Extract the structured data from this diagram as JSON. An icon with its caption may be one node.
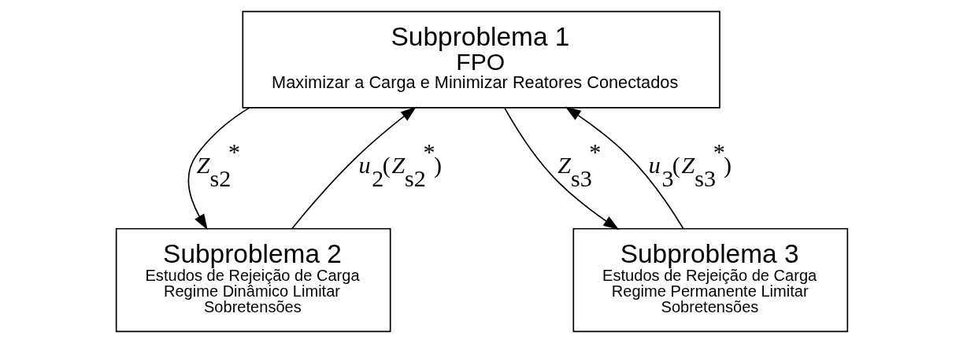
{
  "diagram": {
    "nodes": [
      {
        "text": [
          "Subproblema 1",
          "FPO",
          "Maximizar a Carga e Minimizar Reatores Conectados"
        ]
      },
      {
        "text": [
          "Subproblema 2",
          "Estudos de Rejeição de Carga Regime Dinâmico Limitar Sobretensões"
        ]
      },
      {
        "text": [
          "Subproblema 3",
          "Estudos de Rejeição de Carga Regime Permanente Limitar Sobretensões"
        ]
      }
    ],
    "edges": [
      {
        "from": 0,
        "to": 1,
        "arrow": "to",
        "label": "*Z*$_{s2}$$^{*}$"
      },
      {
        "from": 1,
        "to": 0,
        "arrow": "to",
        "label": "*u*$_{2}$(*Z*$_{s2}$$^{*}$)"
      },
      {
        "from": 2,
        "to": 0,
        "arrow": "to",
        "label": "*u*$_{3}$(*Z*$_{s3}$$^{*}$)"
      },
      {
        "from": 0,
        "to": 2,
        "arrow": "to",
        "label": "*Z*$_{s3}$$^{*}$"
      }
    ]
  }
}
